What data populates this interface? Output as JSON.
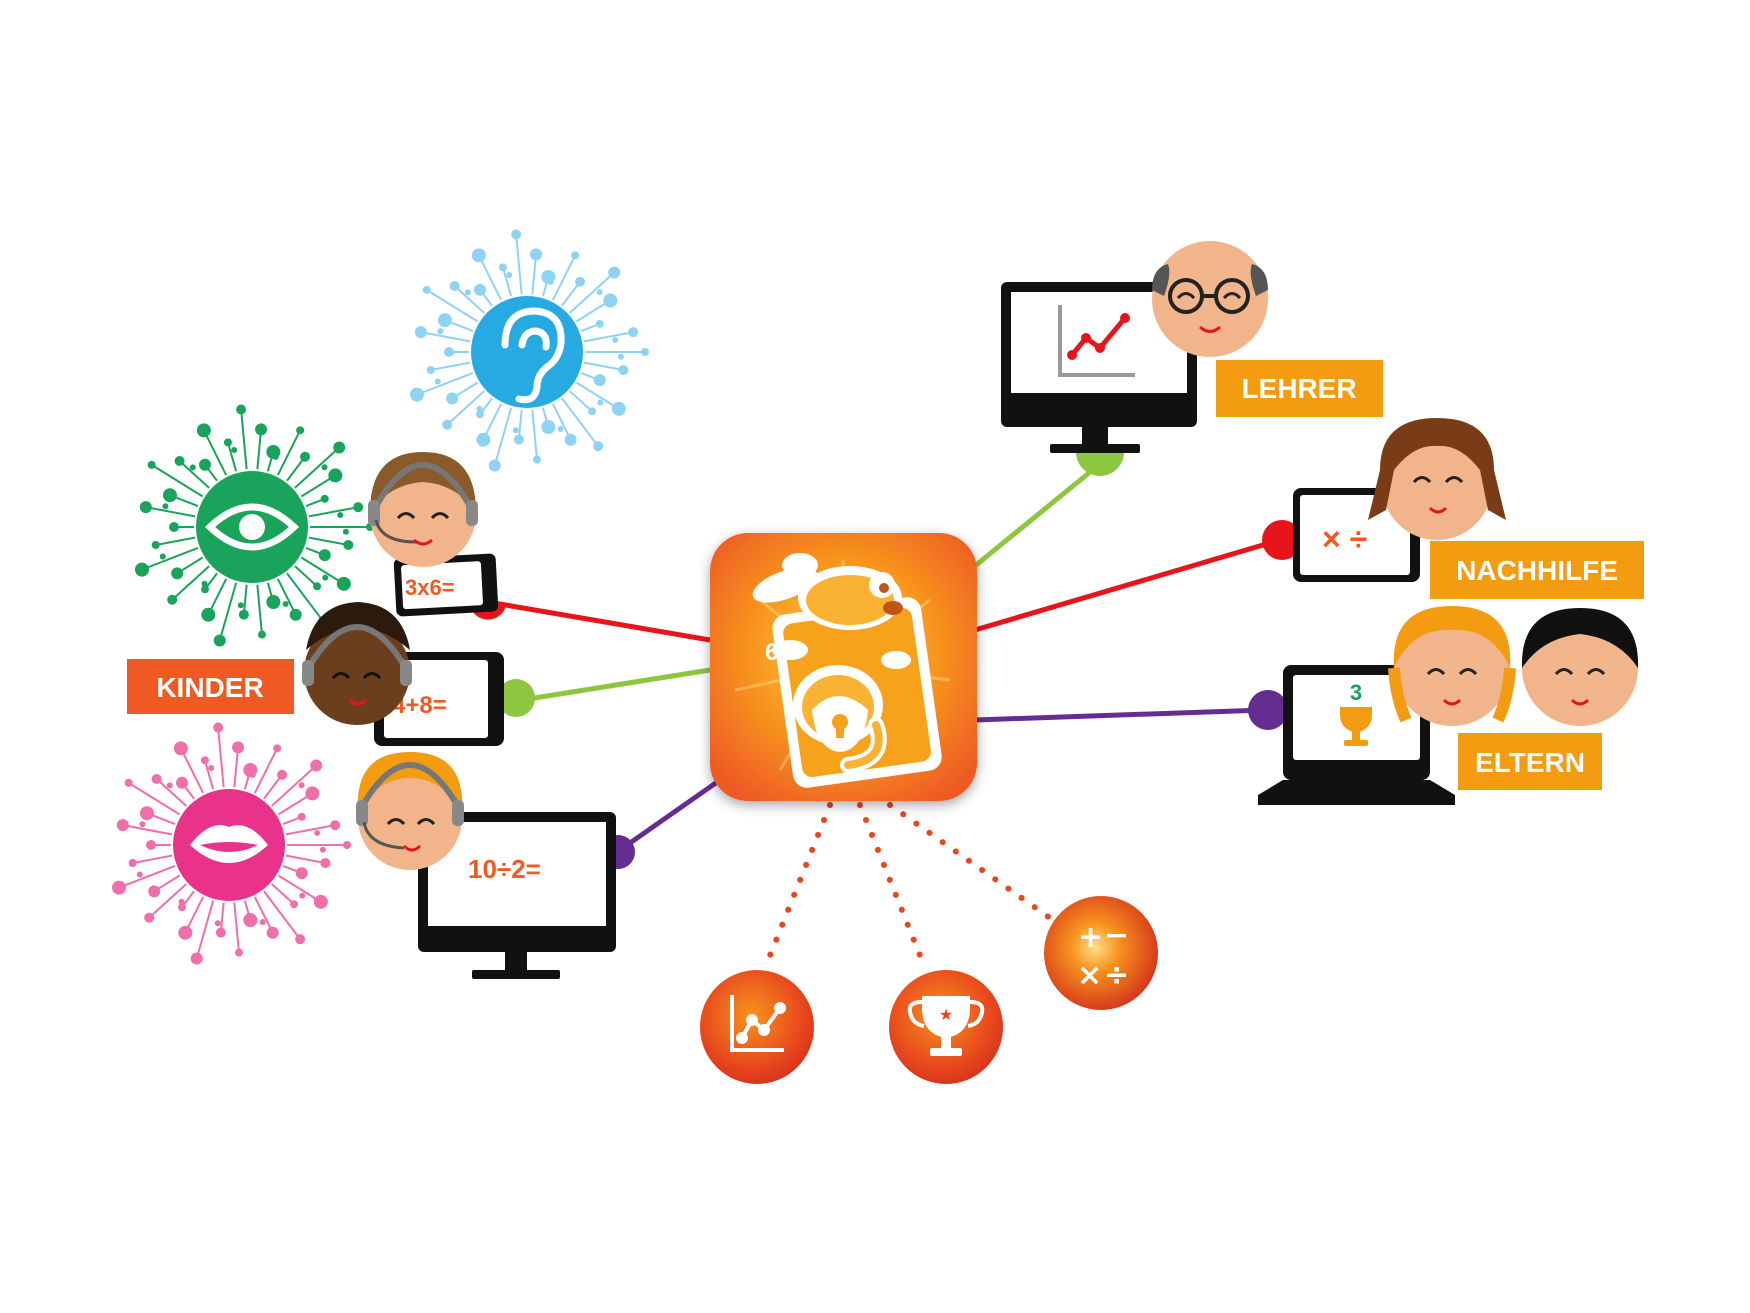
{
  "groups": {
    "kinder": "KINDER",
    "lehrer": "LEHRER",
    "nachhilfe": "NACHHILFE",
    "eltern": "ELTERN"
  },
  "equations": {
    "tablet_top": "3x6=",
    "tablet_middle": "4+8=",
    "monitor_bottom": "10÷2=",
    "laptop_count": "3"
  },
  "senses": [
    "hearing-icon",
    "vision-icon",
    "speech-icon"
  ],
  "features": [
    "progress-chart-icon",
    "trophy-icon",
    "math-operators-icon"
  ],
  "colors": {
    "accent_orange": "#f07e21",
    "label_amber": "#f39c12",
    "kinder_label": "#ef5a24",
    "line_red": "#e8141c",
    "line_green": "#8dc63f",
    "line_purple": "#662d91",
    "sense_blue": "#27a9e1",
    "sense_green": "#1aa35a",
    "sense_pink": "#e9338b"
  }
}
